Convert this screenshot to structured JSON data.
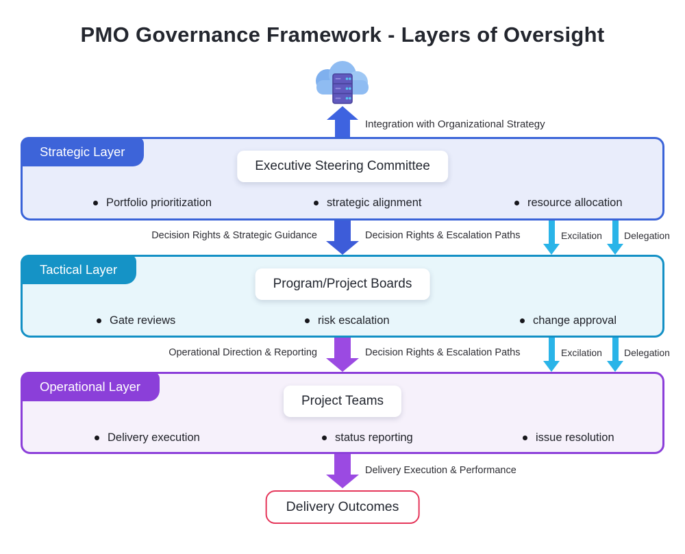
{
  "title": "PMO Governance Framework - Layers of Oversight",
  "cloud": {
    "icon": "cloud-server-icon",
    "label": "Integration with Organizational Strategy"
  },
  "layers": [
    {
      "name": "Strategic Layer",
      "committee": "Executive Steering Committee",
      "bullets": [
        "Portfolio prioritization",
        "strategic alignment",
        "resource allocation"
      ],
      "accent_color": "#3d64d9",
      "fill_color": "#e9edfb"
    },
    {
      "name": "Tactical Layer",
      "committee": "Program/Project Boards",
      "bullets": [
        "Gate reviews",
        "risk escalation",
        "change approval"
      ],
      "accent_color": "#1593c6",
      "fill_color": "#e8f6fb"
    },
    {
      "name": "Operational Layer",
      "committee": "Project Teams",
      "bullets": [
        "Delivery execution",
        "status reporting",
        "issue resolution"
      ],
      "accent_color": "#8b3fd9",
      "fill_color": "#f6f1fb"
    }
  ],
  "connectors": [
    {
      "left_label": "Decision Rights & Strategic Guidance",
      "right_label": "Decision Rights & Escalation Paths",
      "side_labels": [
        "Excilation",
        "Delegation"
      ],
      "arrow_color": "#3d5cd9",
      "side_arrow_color": "#2ab4e8"
    },
    {
      "left_label": "Operational Direction & Reporting",
      "right_label": "Decision Rights & Escalation Paths",
      "side_labels": [
        "Excilation",
        "Delegation"
      ],
      "arrow_color": "#9b4ae2",
      "side_arrow_color": "#2ab4e8"
    },
    {
      "label": "Delivery Execution & Performance",
      "arrow_color": "#9b4ae2"
    }
  ],
  "outcome": {
    "label": "Delivery Outcomes",
    "border_color": "#e5365a"
  }
}
